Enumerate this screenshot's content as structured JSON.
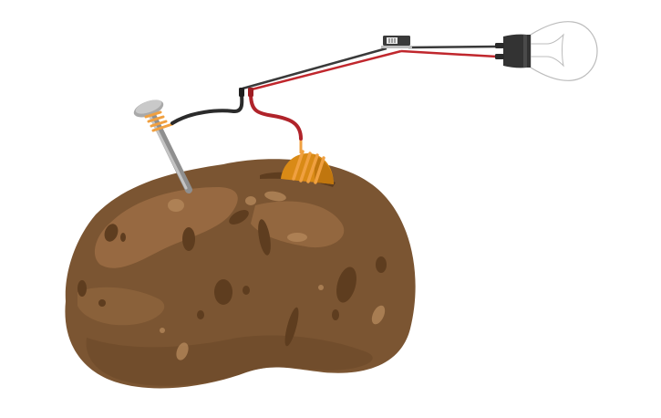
{
  "scene": {
    "background": "#ffffff",
    "components": [
      {
        "kind": "potato",
        "icon": "potato-icon",
        "colors": {
          "body": "#7b5532",
          "highlight": "#9a6c42",
          "spot": "#5e3d1f"
        }
      },
      {
        "kind": "galvanized-nail-electrode",
        "icon": "nail-icon",
        "colors": {
          "shaft": "#a9a9a9",
          "head": "#c9c9c9"
        }
      },
      {
        "kind": "copper-electrode",
        "icon": "copper-plate-icon",
        "colors": {
          "plate": "#d98a16",
          "coil": "#f0a040"
        }
      },
      {
        "kind": "black-wire",
        "icon": "wire-icon",
        "color": "#2b2b2b"
      },
      {
        "kind": "red-wire",
        "icon": "wire-icon",
        "color": "#c0272d"
      },
      {
        "kind": "switch",
        "icon": "switch-icon",
        "colors": {
          "body": "#3a3a3a"
        }
      },
      {
        "kind": "light-bulb",
        "icon": "light-bulb-icon",
        "state": "off",
        "colors": {
          "socket": "#333333",
          "glass": "#ffffff",
          "outline": "#bcbcbc"
        }
      }
    ]
  }
}
